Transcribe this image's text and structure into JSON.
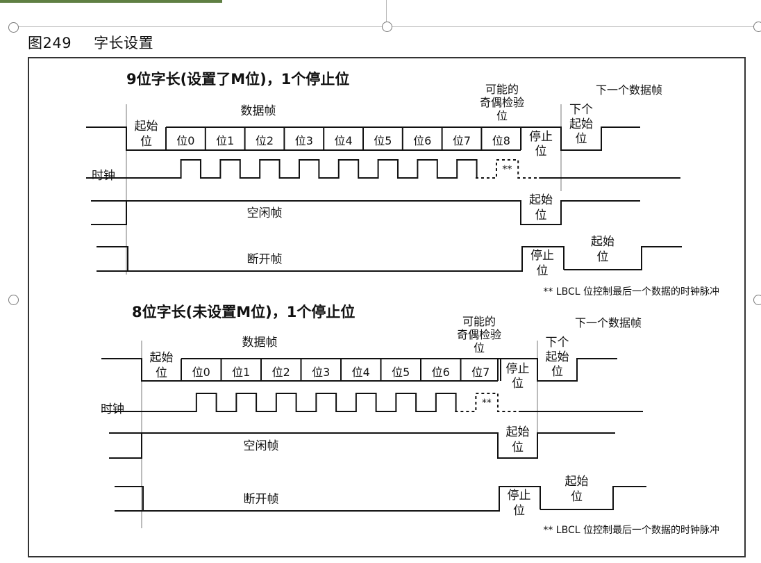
{
  "figure": {
    "number": "图249",
    "title": "字长设置"
  },
  "diagrams": [
    {
      "title": "9位字长(设置了M位)，1个停止位",
      "data_frame_label": "数据帧",
      "start_bit": [
        "起始",
        "位"
      ],
      "data_bits": [
        "位0",
        "位1",
        "位2",
        "位3",
        "位4",
        "位5",
        "位6",
        "位7",
        "位8"
      ],
      "parity_label": [
        "可能的",
        "奇偶检验",
        "位"
      ],
      "stop_bit": [
        "停止",
        "位"
      ],
      "next_frame_label": "下一个数据帧",
      "next_start_bit": [
        "下个",
        "起始",
        "位"
      ],
      "clock_label": "时钟",
      "clock_marker": "**",
      "idle_frame_label": "空闲帧",
      "idle_start_bit": [
        "起始",
        "位"
      ],
      "break_frame_label": "断开帧",
      "break_stop_bit": [
        "停止",
        "位"
      ],
      "break_start_bit": [
        "起始",
        "位"
      ],
      "footnote": "** LBCL 位控制最后一个数据的时钟脉冲"
    },
    {
      "title": "8位字长(未设置M位)，1个停止位",
      "data_frame_label": "数据帧",
      "start_bit": [
        "起始",
        "位"
      ],
      "data_bits": [
        "位0",
        "位1",
        "位2",
        "位3",
        "位4",
        "位5",
        "位6",
        "位7"
      ],
      "parity_label": [
        "可能的",
        "奇偶检验",
        "位"
      ],
      "stop_bit": [
        "停止",
        "位"
      ],
      "next_frame_label": "下一个数据帧",
      "next_start_bit": [
        "下个",
        "起始",
        "位"
      ],
      "clock_label": "时钟",
      "clock_marker": "**",
      "idle_frame_label": "空闲帧",
      "idle_start_bit": [
        "起始",
        "位"
      ],
      "break_frame_label": "断开帧",
      "break_stop_bit": [
        "停止",
        "位"
      ],
      "break_start_bit": [
        "起始",
        "位"
      ],
      "footnote": "** LBCL 位控制最后一个数据的时钟脉冲"
    }
  ]
}
